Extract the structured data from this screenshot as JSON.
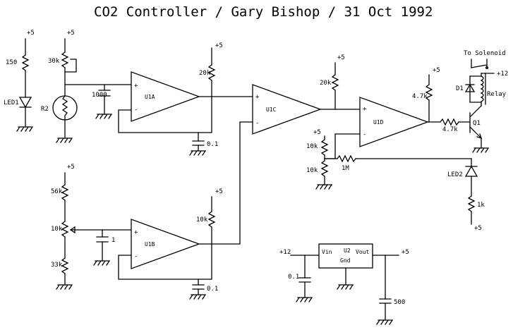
{
  "title": "CO2 Controller / Gary Bishop / 31 Oct 1992",
  "components": {
    "u1a": "U1A",
    "u1b": "U1B",
    "u1c": "U1C",
    "u1d": "U1D",
    "u2": "U2",
    "u2_vin": "Vin",
    "u2_vout": "Vout",
    "u2_gnd": "Gnd",
    "q1": "Q1",
    "d1": "D1",
    "led1": "LED1",
    "led2": "LED2",
    "r2": "R2",
    "relay": "Relay",
    "solenoid": "To Solenoid"
  },
  "values": {
    "r150": "150",
    "r30k": "30k",
    "c1000": "1000",
    "r20k_a": "20k",
    "c01_a": "0.1",
    "r20k_b": "20k",
    "r47k_a": "4.7k",
    "r47k_b": "4.7k",
    "r10k_a": "10k",
    "r10k_b": "10k",
    "r1m": "1M",
    "r1k": "1k",
    "r56k": "56k",
    "r10k_pot": "10k",
    "r33k": "33k",
    "c1": "1",
    "r10k_c": "10k",
    "c01_b": "0.1",
    "c01_c": "0.1",
    "c500": "500"
  },
  "rails": {
    "p5": "+5",
    "p12": "+12"
  },
  "pins": {
    "plus": "+",
    "minus": "-"
  }
}
